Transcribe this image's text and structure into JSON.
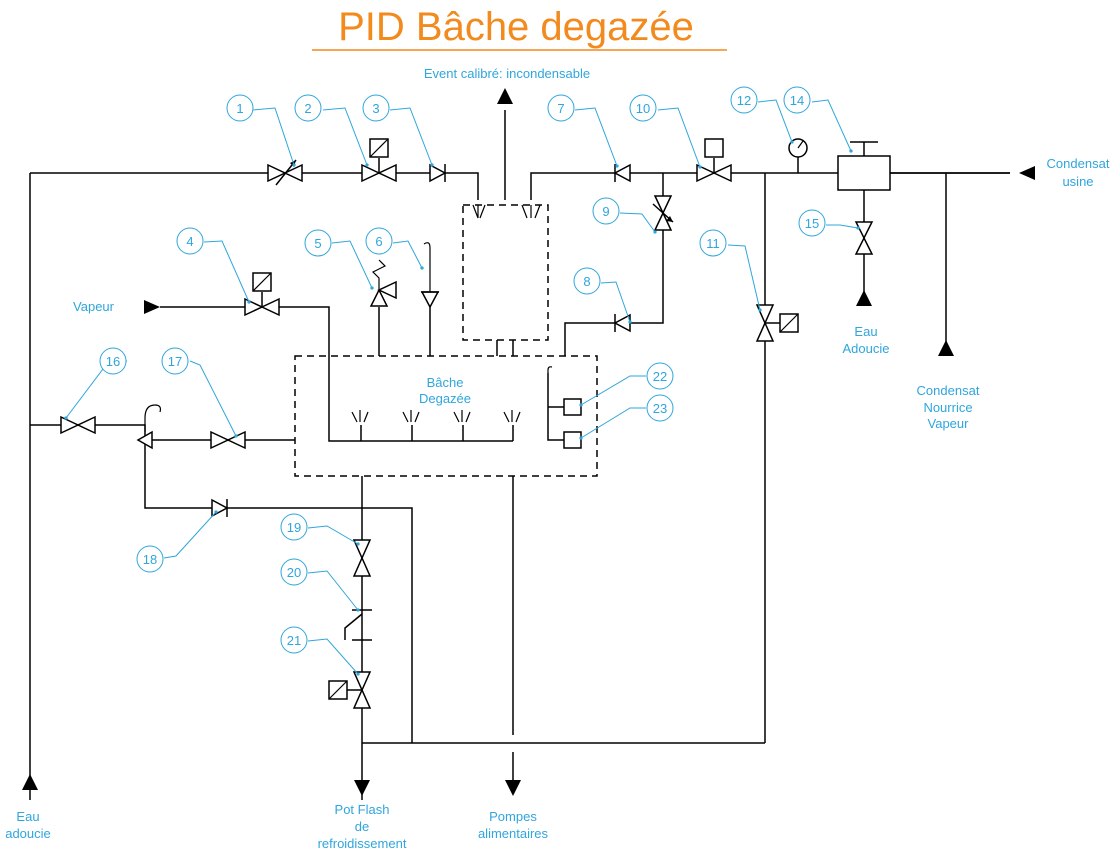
{
  "title": "PID Bâche degazée",
  "labels": {
    "event": "Event calibré: incondensable",
    "condensat_usine": [
      "Condensat",
      "usine"
    ],
    "vapeur": "Vapeur",
    "eau_adoucie_top": [
      "Eau",
      "Adoucie"
    ],
    "condensat_nourrice": [
      "Condensat",
      "Nourrice",
      "Vapeur"
    ],
    "bache": [
      "Bâche",
      "Degazée"
    ],
    "eau_adoucie_bottom": [
      "Eau",
      "adoucie"
    ],
    "pot_flash": [
      "Pot Flash",
      "de",
      "refroidissement"
    ],
    "pompes": [
      "Pompes",
      "alimentaires"
    ]
  },
  "tags": [
    "1",
    "2",
    "3",
    "4",
    "5",
    "6",
    "7",
    "8",
    "9",
    "10",
    "11",
    "12",
    "14",
    "15",
    "16",
    "17",
    "18",
    "19",
    "20",
    "21",
    "22",
    "23"
  ],
  "colors": {
    "title": "#f28a1e",
    "annotation": "#2fa6dc",
    "line": "#000000"
  }
}
